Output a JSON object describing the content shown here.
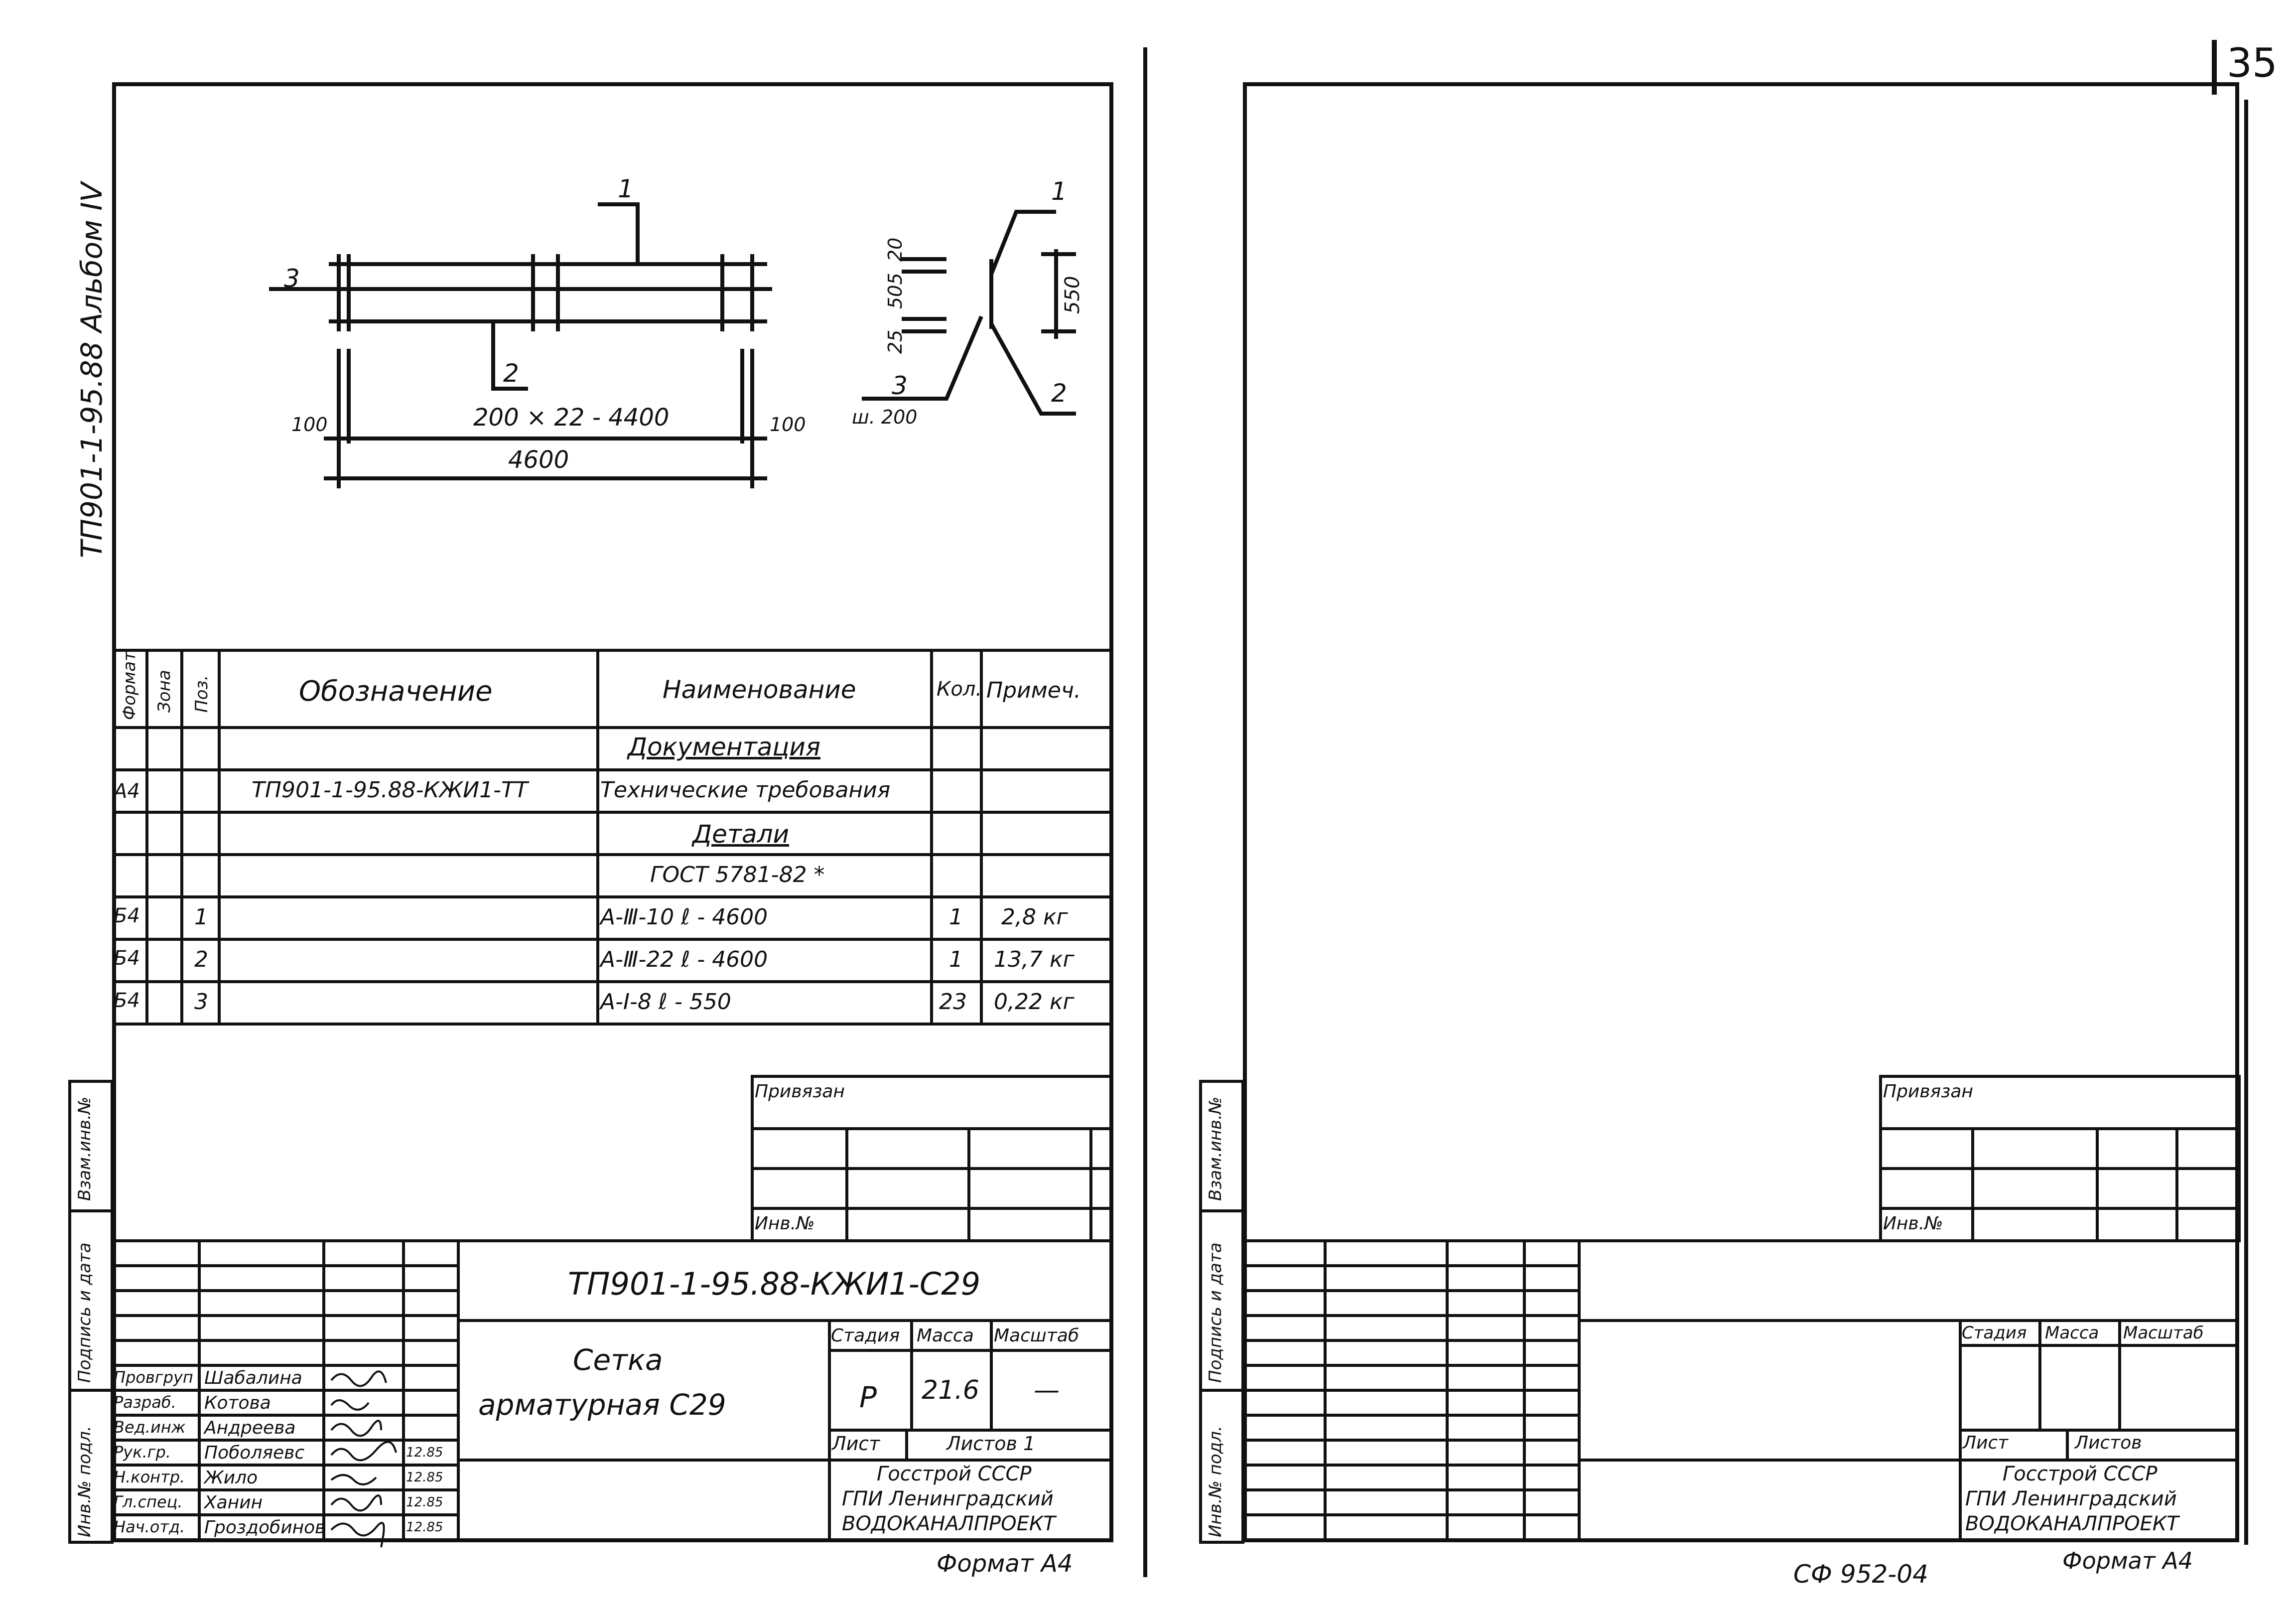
{
  "page_number": "35",
  "left_sheet": {
    "side_title": "ТП901-1-95.88 Альбом IV",
    "drawing": {
      "plan_labels": {
        "pos1": "1",
        "pos2": "2",
        "pos3": "3"
      },
      "dim_inner": "200 × 22 - 4400",
      "dim_total": "4600",
      "dim_left": "100",
      "dim_right": "100",
      "section_labels": {
        "pos1": "1",
        "pos2": "2",
        "pos3": "3"
      },
      "section_dims": {
        "d20": "20",
        "d505": "505",
        "d25": "25",
        "d550": "550",
        "pitch": "ш. 200"
      }
    },
    "spec_table": {
      "headers": {
        "format": "Формат",
        "zone": "Зона",
        "pos": "Поз.",
        "designation": "Обозначение",
        "name": "Наименование",
        "qty": "Кол.",
        "note": "Примеч."
      },
      "rows": [
        {
          "format": "",
          "pos": "",
          "designation": "",
          "name": "Документация",
          "qty": "",
          "note": ""
        },
        {
          "format": "А4",
          "pos": "",
          "designation": "ТП901-1-95.88-КЖИ1-ТТ",
          "name": "Технические требования",
          "qty": "",
          "note": ""
        },
        {
          "format": "",
          "pos": "",
          "designation": "",
          "name": "Детали",
          "qty": "",
          "note": ""
        },
        {
          "format": "",
          "pos": "",
          "designation": "",
          "name": "ГОСТ 5781-82 *",
          "qty": "",
          "note": ""
        },
        {
          "format": "Б4",
          "pos": "1",
          "designation": "",
          "name": "А-Ⅲ-10     ℓ - 4600",
          "qty": "1",
          "note": "2,8 кг"
        },
        {
          "format": "Б4",
          "pos": "2",
          "designation": "",
          "name": "А-Ⅲ-22     ℓ - 4600",
          "qty": "1",
          "note": "13,7 кг"
        },
        {
          "format": "Б4",
          "pos": "3",
          "designation": "",
          "name": "А-Ⅰ-8      ℓ - 550",
          "qty": "23",
          "note": "0,22 кг"
        }
      ]
    },
    "side_stamp": {
      "a": "Взам.инв.№",
      "b": "Подпись и дата",
      "c": "Инв.№ подл."
    },
    "privyazan": "Привязан",
    "inv_no": "Инв.№",
    "title_block": {
      "code": "ТП901-1-95.88-КЖИ1-С29",
      "title_line1": "Сетка",
      "title_line2": "арматурная С29",
      "stage_label": "Стадия",
      "mass_label": "Масса",
      "scale_label": "Масштаб",
      "stage": "Р",
      "mass": "21.6",
      "scale": "—",
      "sheet_label": "Лист",
      "sheets_label": "Листов 1",
      "org1": "Госстрой СССР",
      "org2": "ГПИ Ленинградский",
      "org3": "ВОДОКАНАЛПРОЕКТ",
      "people": [
        {
          "role": "Провгруп",
          "name": "Шабалина",
          "date": ""
        },
        {
          "role": "Разраб.",
          "name": "Котова",
          "date": ""
        },
        {
          "role": "Вед.инж",
          "name": "Андреева",
          "date": ""
        },
        {
          "role": "Рук.гр.",
          "name": "Поболяевс",
          "date": "12.85"
        },
        {
          "role": "Н.контр.",
          "name": "Жило",
          "date": "12.85"
        },
        {
          "role": "Гл.спец.",
          "name": "Ханин",
          "date": "12.85"
        },
        {
          "role": "Нач.отд.",
          "name": "Гроздобинов",
          "date": "12.85"
        }
      ]
    },
    "format": "Формат А4"
  },
  "right_sheet": {
    "side_stamp": {
      "a": "Взам.инв.№",
      "b": "Подпись и дата",
      "c": "Инв.№ подл."
    },
    "privyazan": "Привязан",
    "inv_no": "Инв.№",
    "stage_label": "Стадия",
    "mass_label": "Масса",
    "scale_label": "Масштаб",
    "sheet_label": "Лист",
    "sheets_label": "Листов",
    "org1": "Госстрой СССР",
    "org2": "ГПИ Ленинградский",
    "org3": "ВОДОКАНАЛПРОЕКТ",
    "format": "Формат А4",
    "archive_no": "СФ 952-04"
  }
}
